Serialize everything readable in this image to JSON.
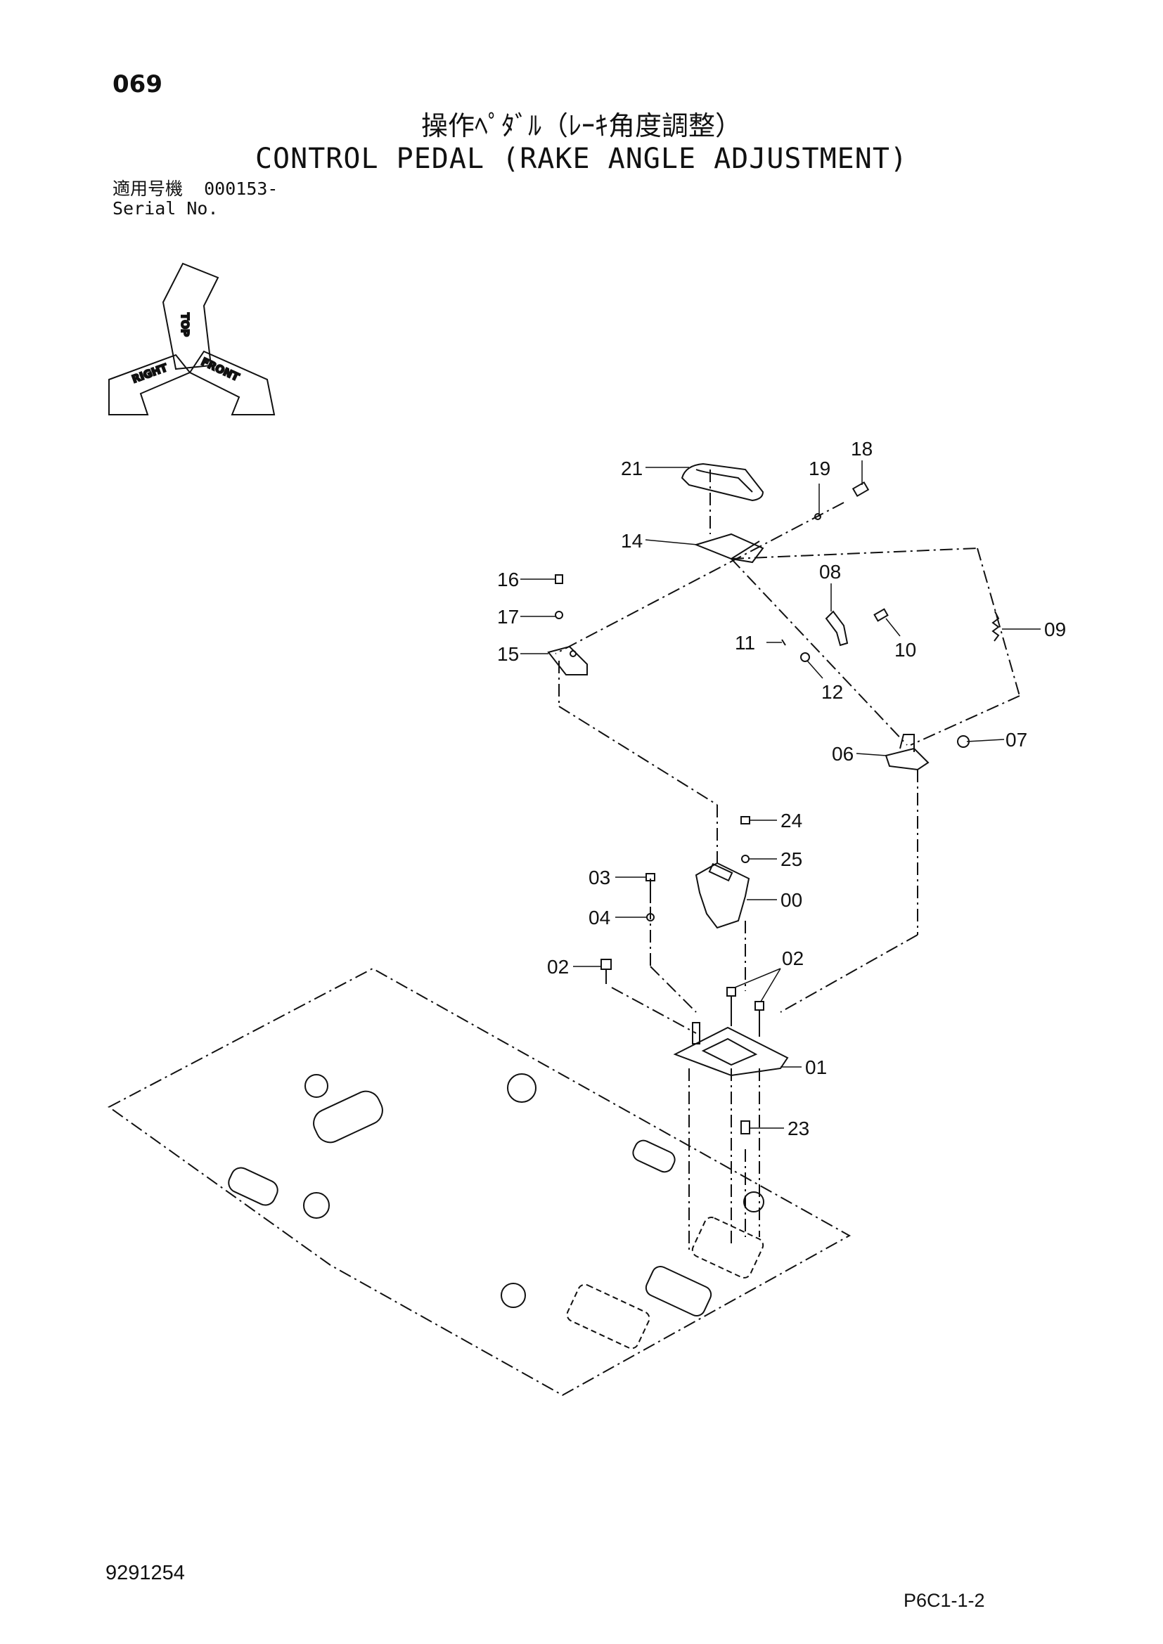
{
  "header": {
    "page_number": "069",
    "title_jp": "操作ﾍﾟﾀﾞﾙ（ﾚｰｷ角度調整）",
    "title_en": "CONTROL PEDAL (RAKE ANGLE ADJUSTMENT)",
    "serial_label_jp": "適用号機",
    "serial_value": "000153-",
    "serial_label_en": "Serial No."
  },
  "orientation": {
    "top": "TOP",
    "right": "RIGHT",
    "front": "FRONT"
  },
  "callouts": [
    "21",
    "19",
    "18",
    "14",
    "16",
    "17",
    "15",
    "08",
    "09",
    "11",
    "10",
    "12",
    "06",
    "07",
    "24",
    "25",
    "03",
    "00",
    "04",
    "02",
    "02",
    "01",
    "23"
  ],
  "footer": {
    "drawing_id": "9291254",
    "page_code": "P6C1-1-2"
  },
  "colors": {
    "ink": "#111111",
    "paper": "#ffffff"
  }
}
